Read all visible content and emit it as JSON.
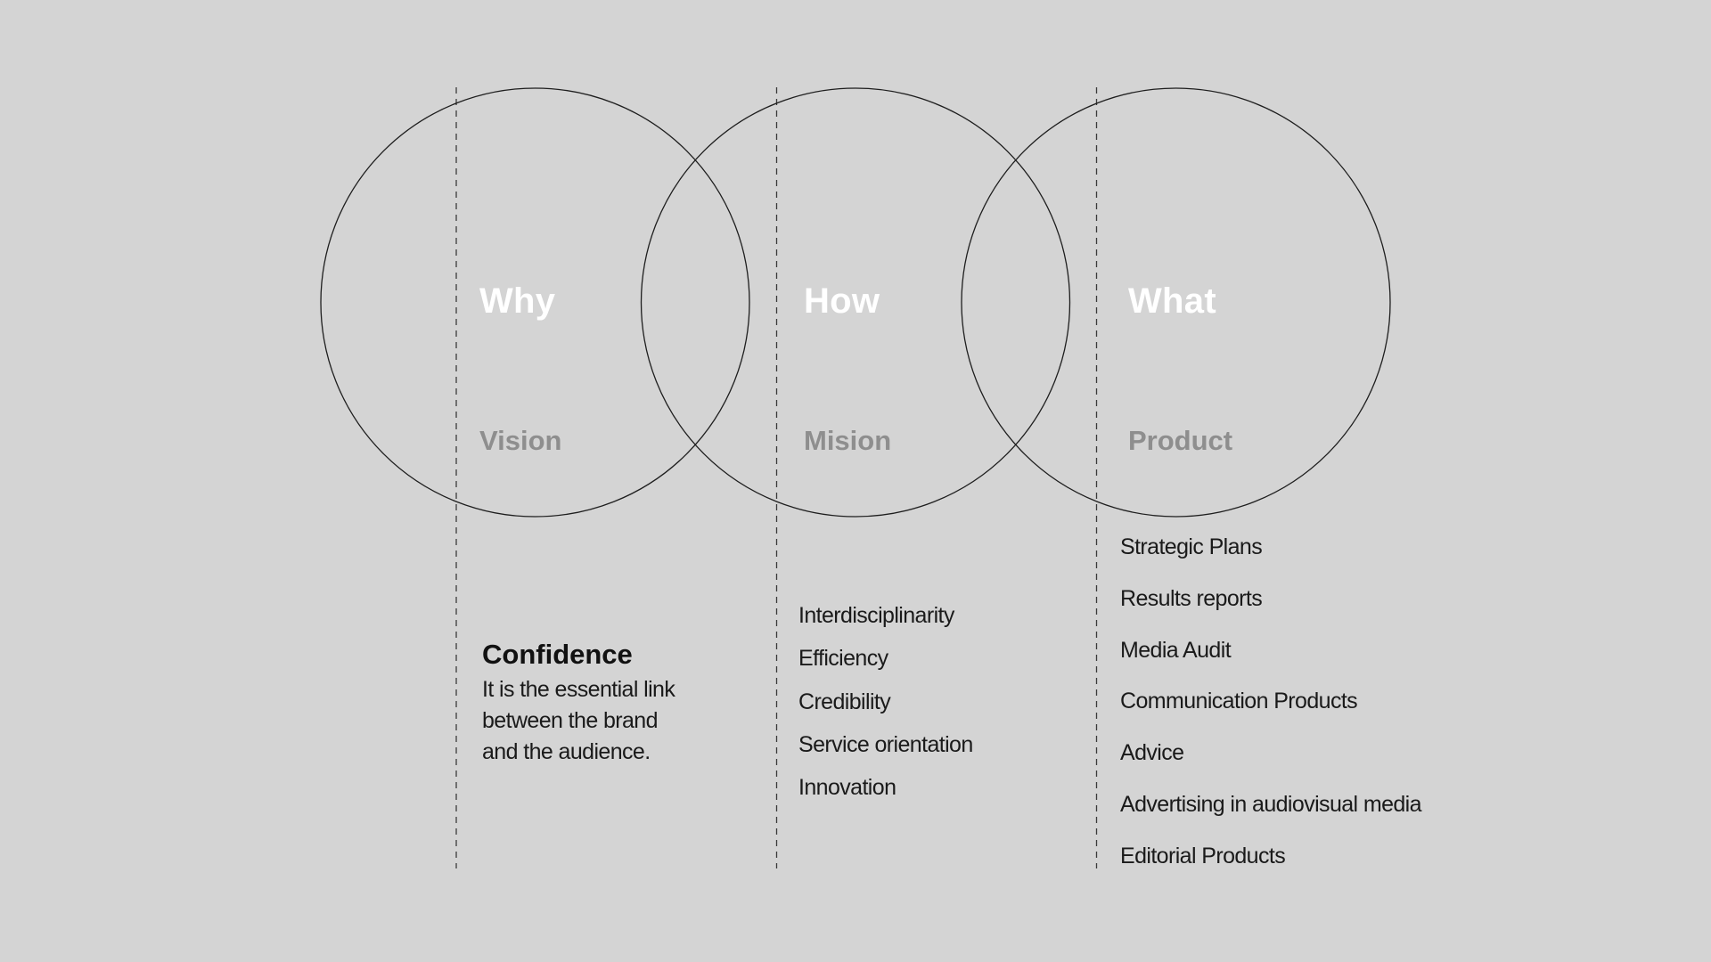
{
  "circles": [
    {
      "heading": "Why",
      "subheading": "Vision"
    },
    {
      "heading": "How",
      "subheading": "Mision"
    },
    {
      "heading": "What",
      "subheading": "Product"
    }
  ],
  "why_detail": {
    "title": "Confidence",
    "lines": [
      "It is the essential link",
      "between the brand",
      "and the audience."
    ]
  },
  "how_items": [
    "Interdisciplinarity",
    "Efficiency",
    "Credibility",
    "Service orientation",
    "Innovation"
  ],
  "what_items": [
    "Strategic Plans",
    "Results reports",
    "Media Audit",
    "Communication Products",
    "Advice",
    "Advertising in audiovisual media",
    "Editorial Products"
  ]
}
